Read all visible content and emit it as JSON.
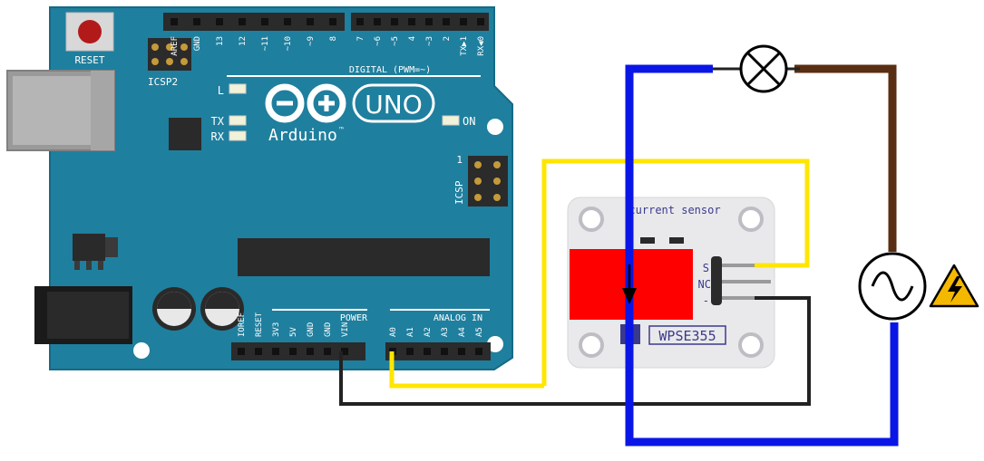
{
  "board": {
    "reset_label": "RESET",
    "icsp2_label": "ICSP2",
    "icsp_label": "ICSP",
    "icsp_pin1": "1",
    "uno_label": "UNO",
    "arduino_label": "Arduino",
    "tm": "™",
    "led_l": "L",
    "led_tx": "TX",
    "led_rx": "RX",
    "on_label": "ON",
    "digital_label": "DIGITAL (PWM=~)",
    "power_label": "POWER",
    "analog_label": "ANALOG IN",
    "digital_pins_left": [
      "AREF",
      "GND",
      "13",
      "12",
      "~11",
      "~10",
      "~9",
      "8"
    ],
    "digital_pins_right": [
      "7",
      "~6",
      "~5",
      "4",
      "~3",
      "2",
      "TX▶1",
      "RX◀0"
    ],
    "power_pins": [
      "IOREF",
      "RESET",
      "3V3",
      "5V",
      "GND",
      "GND",
      "VIN"
    ],
    "analog_pins": [
      "A0",
      "A1",
      "A2",
      "A3",
      "A4",
      "A5"
    ]
  },
  "sensor": {
    "title": "current sensor",
    "model": "WPSE355",
    "pin_s": "S",
    "pin_nc": "NC",
    "pin_minus": "-"
  },
  "colors": {
    "board": "#1f7f9e",
    "board_dark": "#176a85",
    "header": "#2b2b2b",
    "wire_yellow": "#ffe600",
    "wire_black": "#222222",
    "wire_blue": "#0a16e6",
    "wire_brown": "#5a2e12",
    "sensor_red": "#ff0000",
    "sensor_board": "#e9e9ec",
    "sensor_text": "#3a3a8c",
    "warning_yellow": "#f5b800"
  },
  "icons": {
    "lamp": "lamp-icon",
    "ac_source": "ac-source-icon",
    "warning": "high-voltage-warning-icon",
    "current_arrow": "current-direction-arrow-icon"
  }
}
